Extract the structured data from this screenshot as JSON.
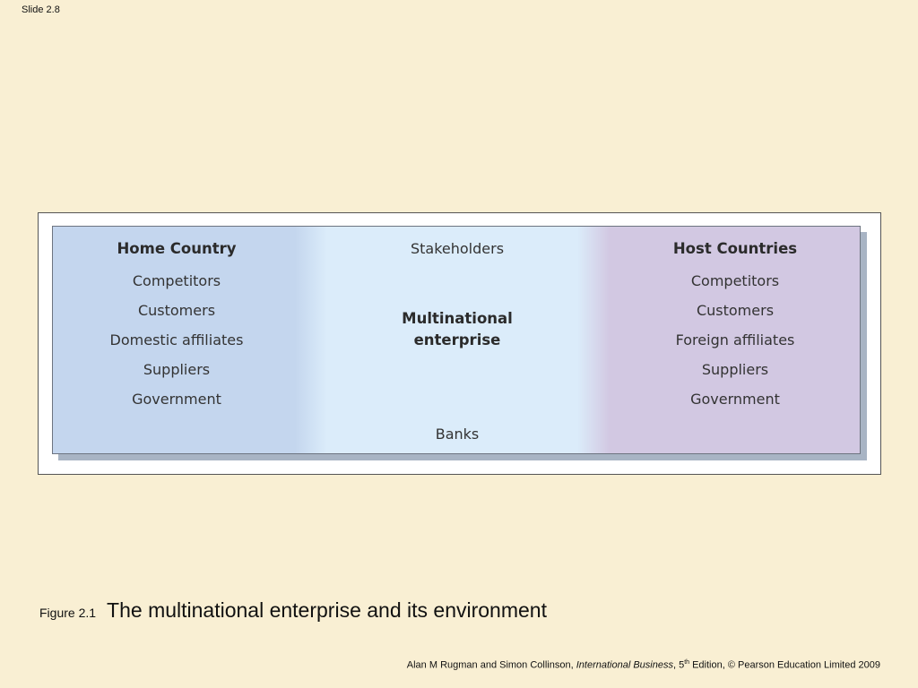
{
  "slide_label": "Slide 2.8",
  "diagram": {
    "home": {
      "title": "Home Country",
      "items": [
        "Competitors",
        "Customers",
        "Domestic affiliates",
        "Suppliers",
        "Government"
      ]
    },
    "center": {
      "top": "Stakeholders",
      "main_line1": "Multinational",
      "main_line2": "enterprise",
      "bottom": "Banks"
    },
    "host": {
      "title": "Host Countries",
      "items": [
        "Competitors",
        "Customers",
        "Foreign affiliates",
        "Suppliers",
        "Government"
      ]
    },
    "colors": {
      "home_panel": "#c4d6ee",
      "center_panel": "#dbecfa",
      "host_panel": "#d2c8e2"
    }
  },
  "caption": {
    "label": "Figure 2.1",
    "title": "The multinational enterprise and its environment"
  },
  "footer": {
    "authors": "Alan M Rugman and Simon Collinson, ",
    "book": "International Business",
    "edition_num": ", 5",
    "edition_sup": "th",
    "rest": " Edition, © Pearson Education Limited 2009"
  }
}
